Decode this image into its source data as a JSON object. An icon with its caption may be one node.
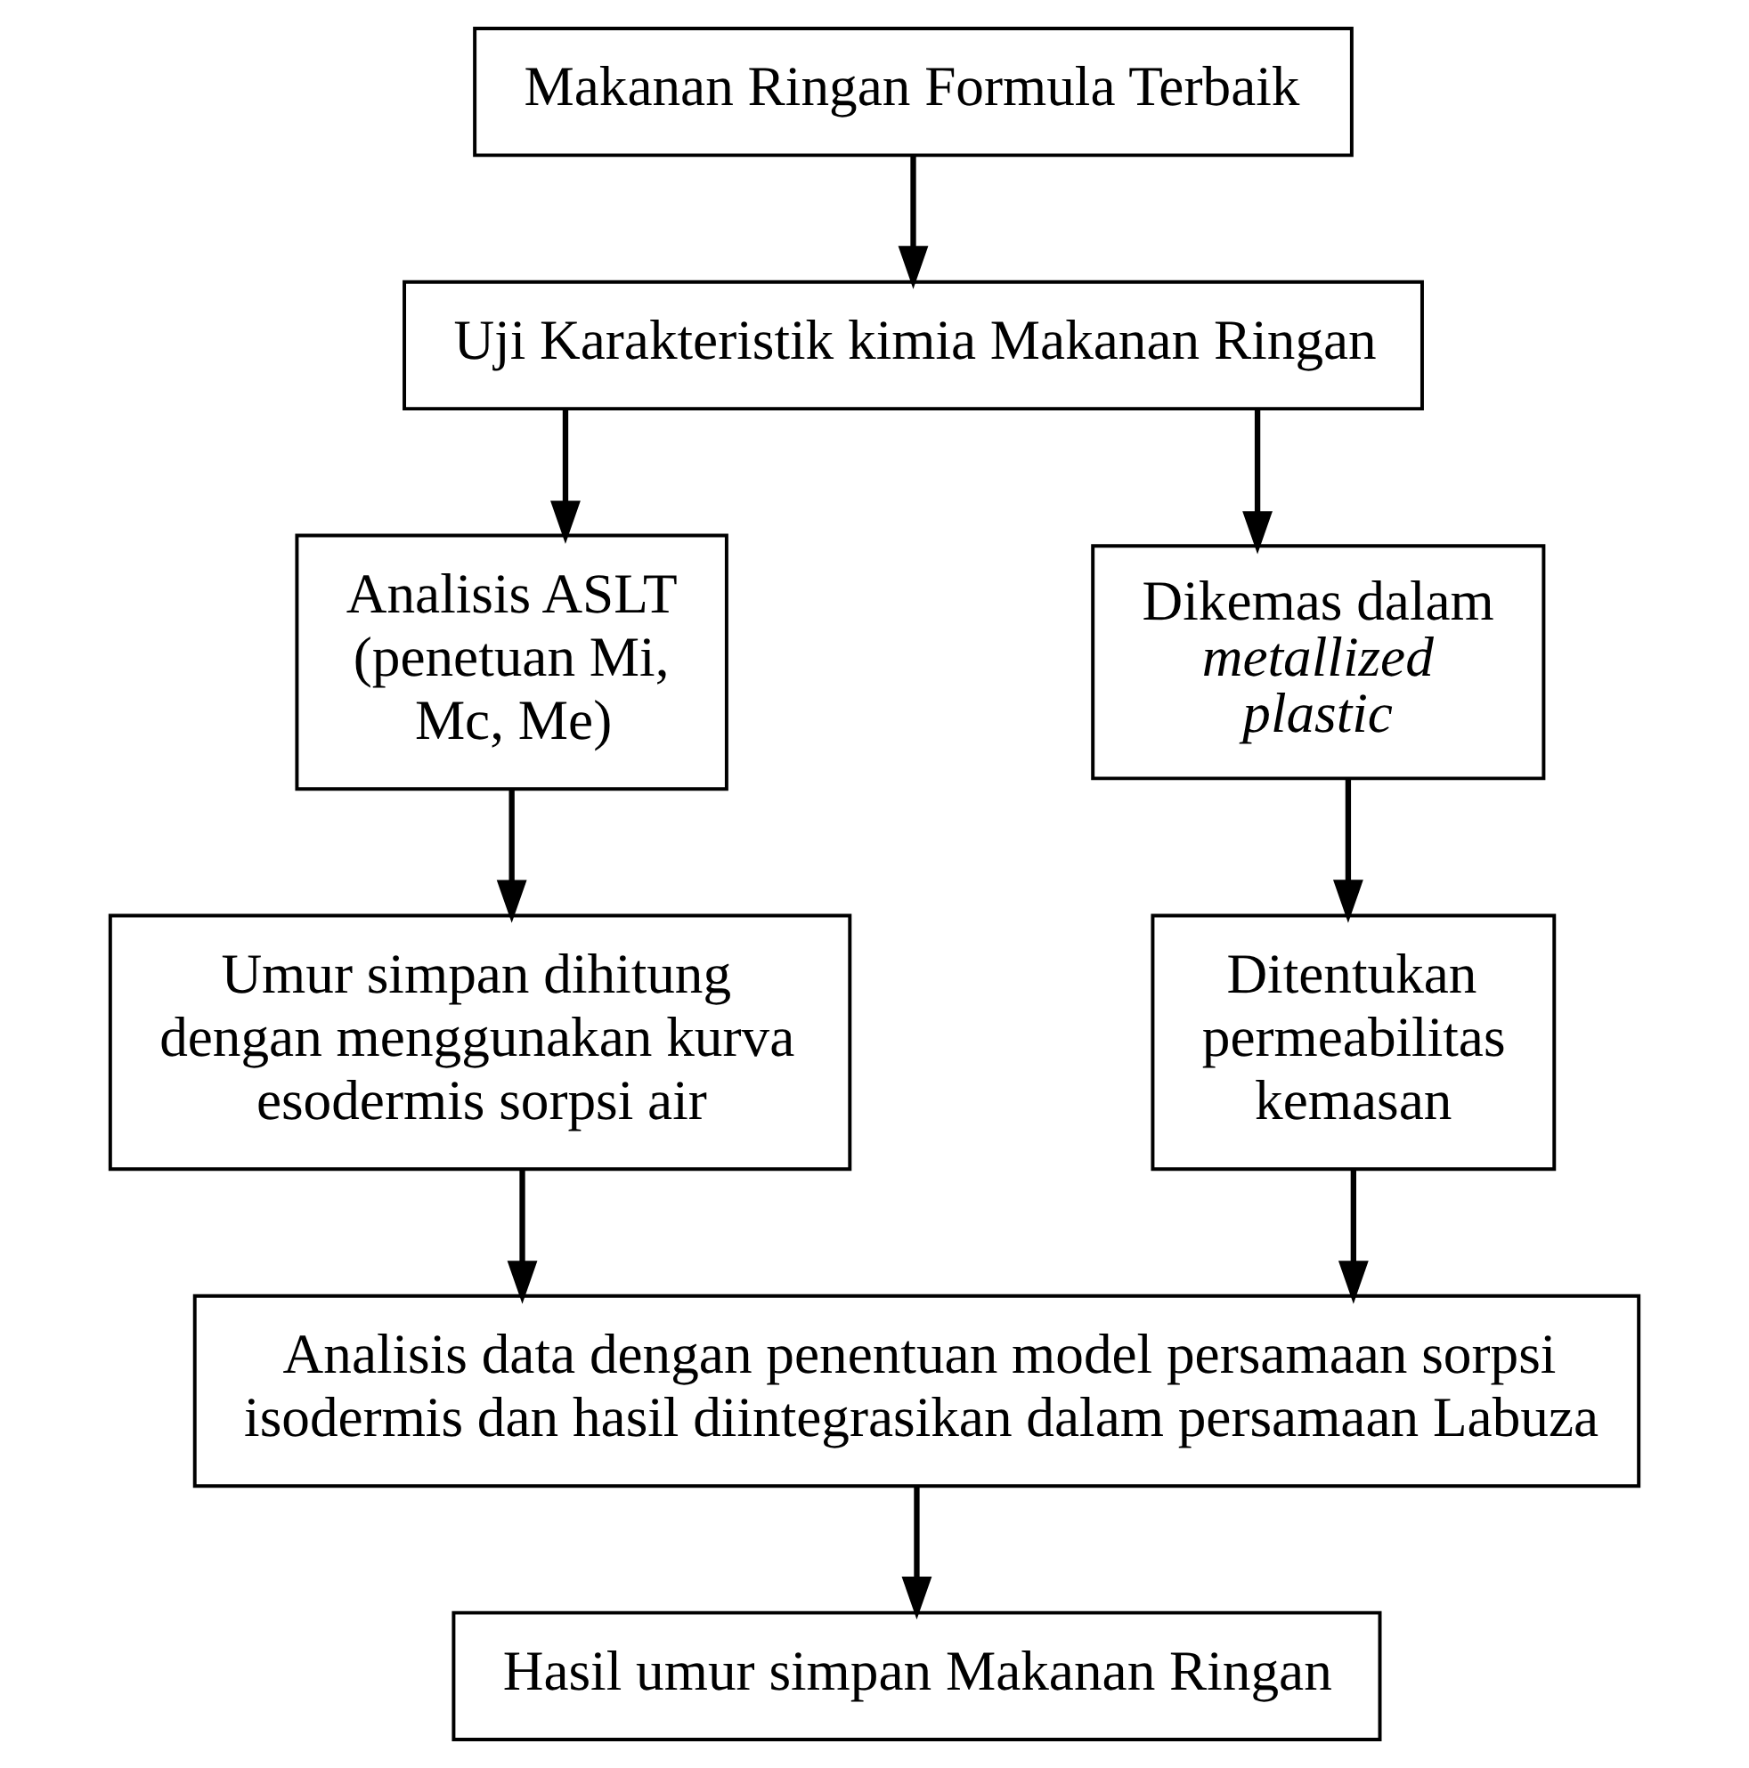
{
  "diagram": {
    "nodes": [
      {
        "text": [
          "Makanan Ringan Formula Terbaik"
        ]
      },
      {
        "text": [
          "Uji Karakteristik kimia Makanan Ringan"
        ]
      },
      {
        "text": [
          "Analisis ASLT (penetuan Mi, Mc, Me)"
        ]
      },
      {
        "text": [
          "Dikemas dalam *metallized plastic*"
        ]
      },
      {
        "text": [
          "Umur simpan dihitung dengan menggunakan kurva esodermis sorpsi air"
        ]
      },
      {
        "text": [
          "Ditentukan permeabilitas kemasan"
        ]
      },
      {
        "text": [
          "Analisis data dengan penentuan model persamaan sorpsi isodermis dan hasil diintegrasikan dalam persamaan Labuza"
        ]
      },
      {
        "text": [
          "Hasil umur simpan Makanan Ringan"
        ]
      }
    ],
    "edges": [
      {
        "from": 0,
        "to": 1,
        "arrow": "to"
      },
      {
        "from": 1,
        "to": 2,
        "arrow": "to"
      },
      {
        "from": 1,
        "to": 3,
        "arrow": "to"
      },
      {
        "from": 2,
        "to": 4,
        "arrow": "to"
      },
      {
        "from": 3,
        "to": 5,
        "arrow": "to"
      },
      {
        "from": 4,
        "to": 6,
        "arrow": "to"
      },
      {
        "from": 5,
        "to": 6,
        "arrow": "to"
      },
      {
        "from": 6,
        "to": 7,
        "arrow": "to"
      }
    ]
  }
}
